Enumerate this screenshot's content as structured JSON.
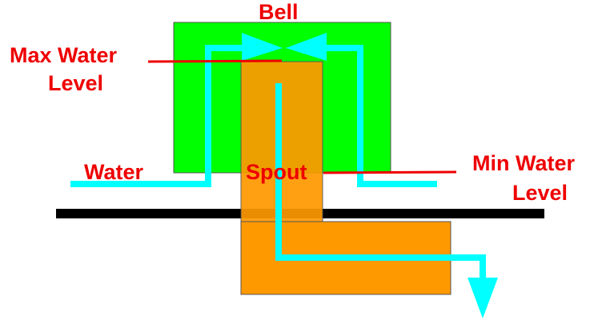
{
  "labels": {
    "bell": "Bell",
    "max_water_level_line1": "Max Water",
    "max_water_level_line2": "Level",
    "water": "Water",
    "spout": "Spout",
    "min_water_level_line1": "Min Water",
    "min_water_level_line2": "Level"
  },
  "colors": {
    "bell": "#00ff00",
    "spout": "#ff9900",
    "water_flow": "#00ffff",
    "label": "#ee0000",
    "ground": "#000000"
  }
}
